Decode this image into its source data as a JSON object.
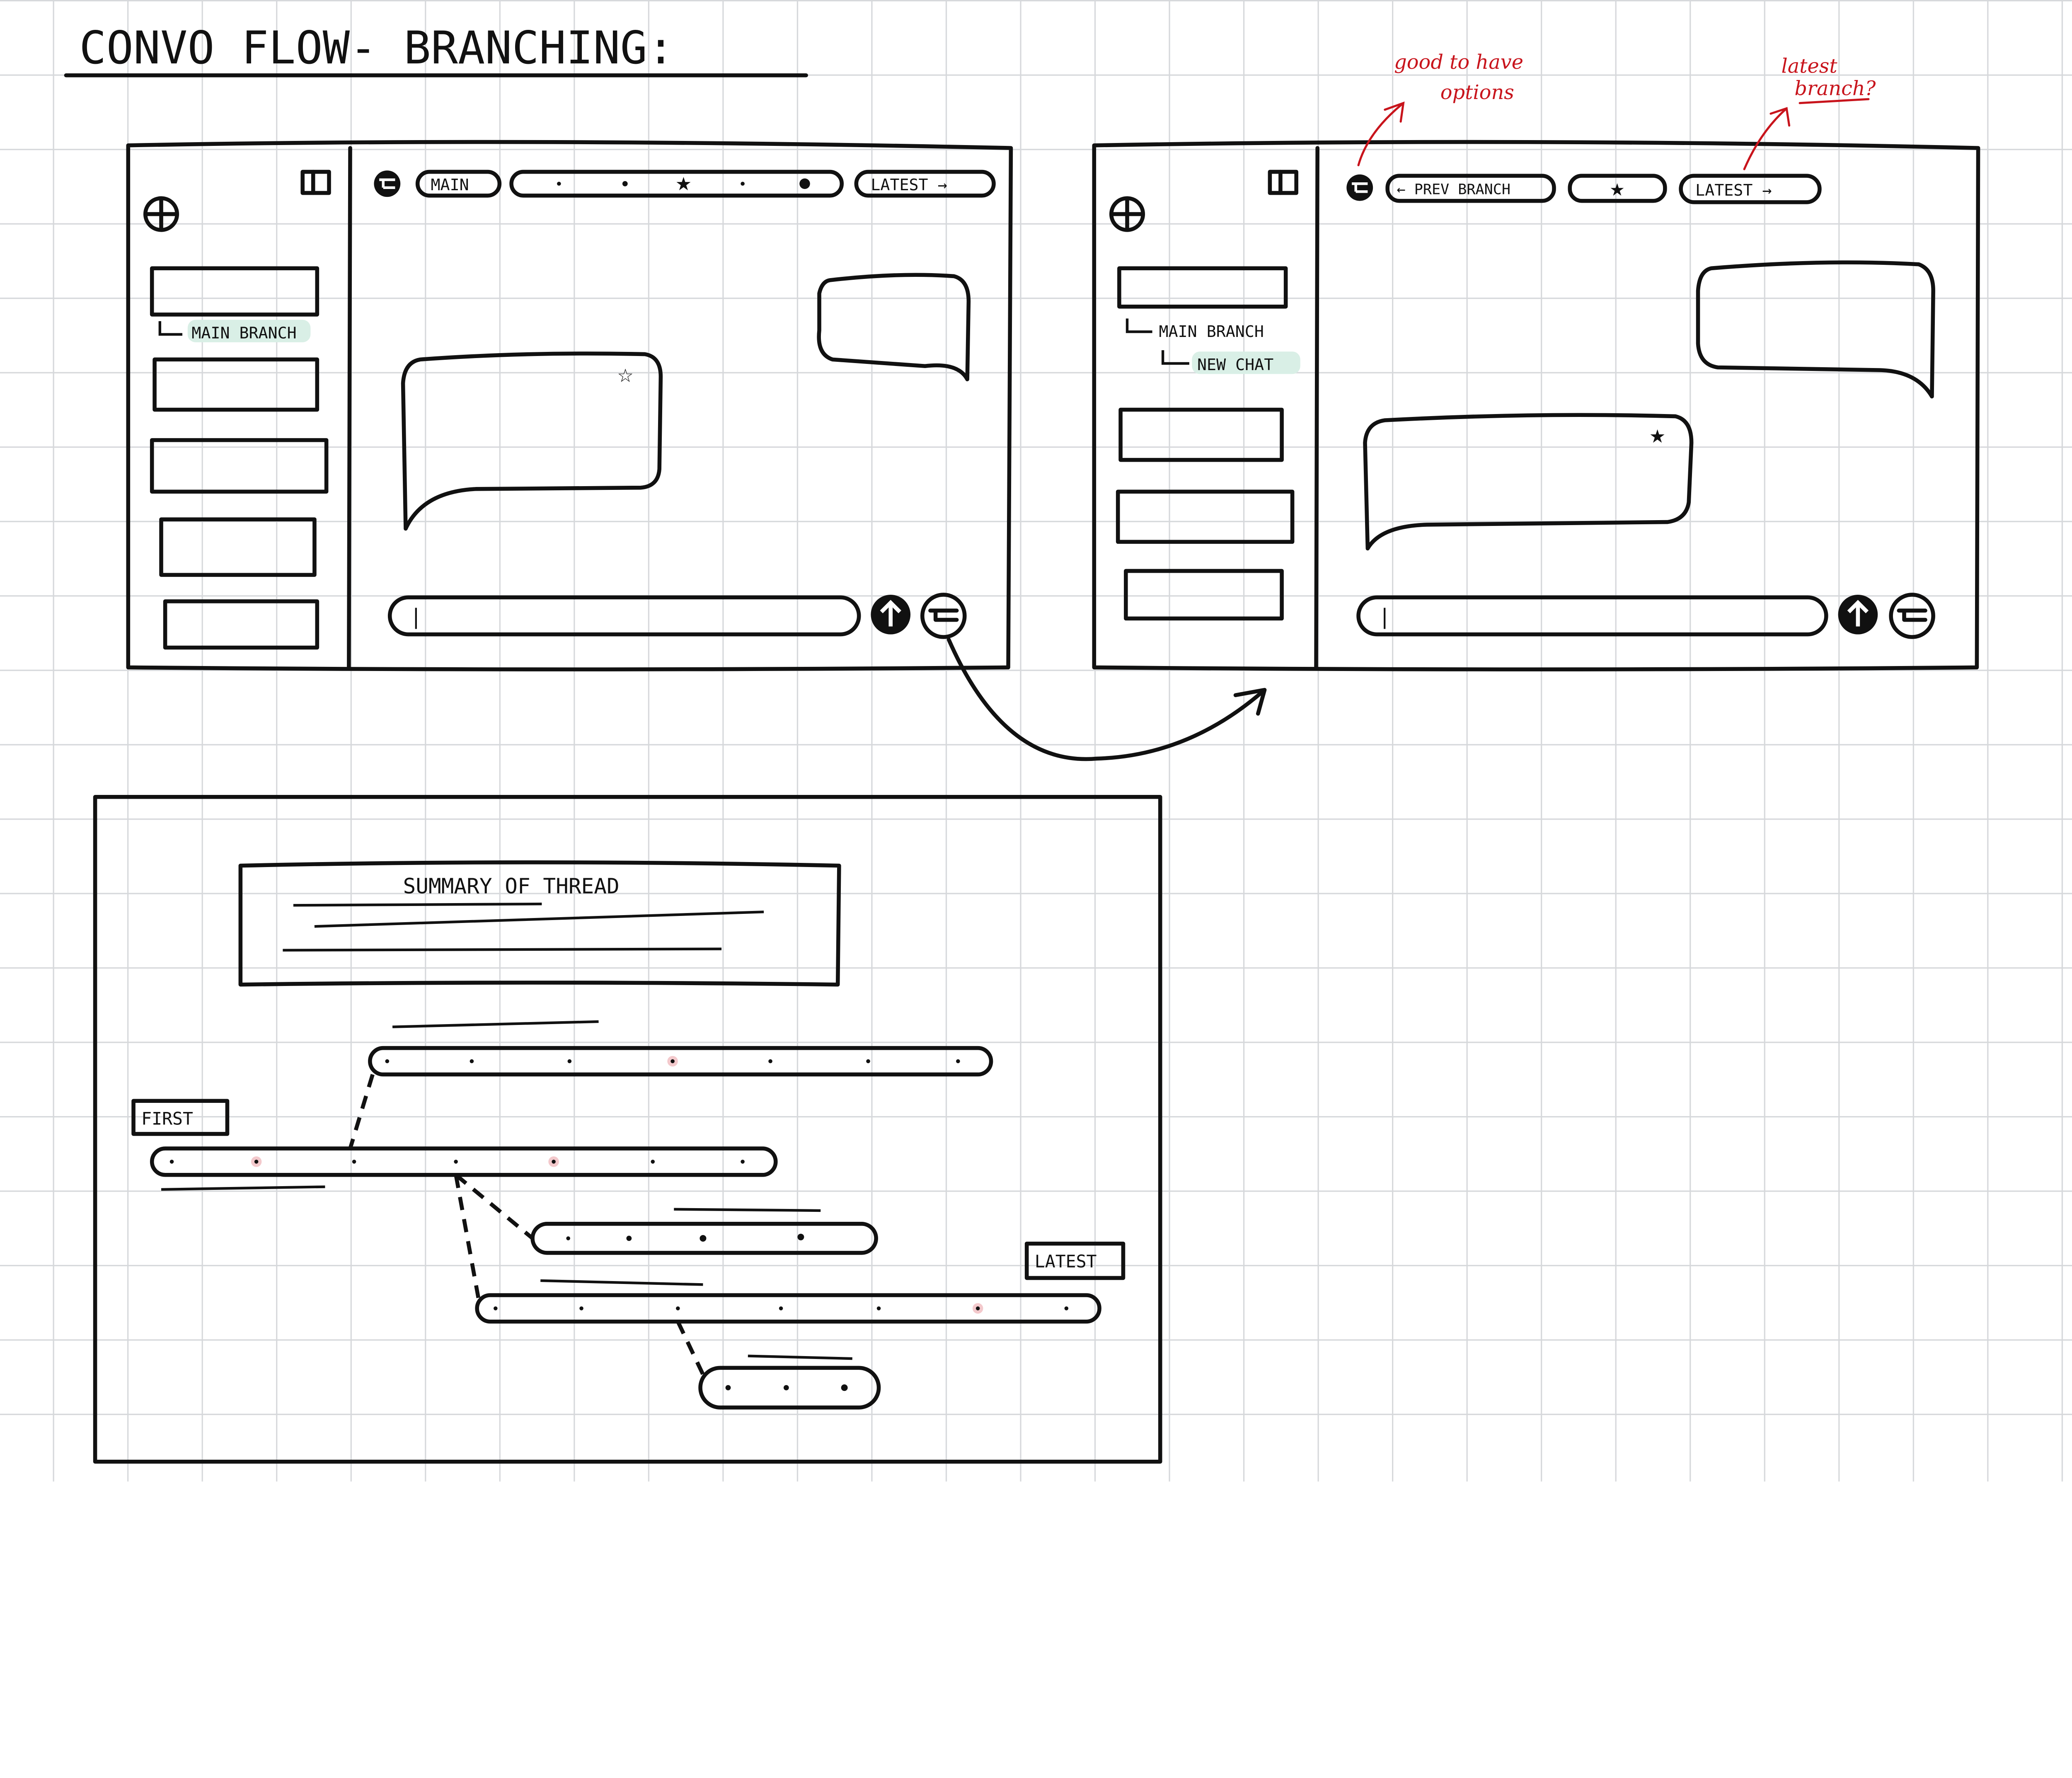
{
  "title": "CONVO FLOW- BRANCHING:",
  "colors": {
    "ink": "#111111",
    "annotation": "#c8141c",
    "highlight": "#d9efe6",
    "grid": "#d6d8db",
    "pink_dot": "#f3c9cc"
  },
  "window_main": {
    "sidebar": {
      "tree_label": "MAIN BRANCH",
      "icons": [
        "globe-icon",
        "sidebar-toggle-icon"
      ]
    },
    "topbar": {
      "branch_label": "MAIN",
      "latest_label": "LATEST →",
      "timeline": [
        "dot",
        "dot",
        "star",
        "dot",
        "dot"
      ]
    },
    "input_placeholder": "|",
    "icons": [
      "branch-icon",
      "send-icon",
      "star-outline-icon"
    ]
  },
  "window_branch": {
    "sidebar": {
      "tree_label": "MAIN BRANCH",
      "child_label": "NEW CHAT"
    },
    "topbar": {
      "prev_label": "← PREV BRANCH",
      "star_label": "★",
      "latest_label": "LATEST →"
    },
    "input_placeholder": "|"
  },
  "annotations": {
    "options_line1": "good to have",
    "options_line2": "options",
    "latest_line1": "latest",
    "latest_line2": "branch?"
  },
  "tree_view": {
    "summary_title": "SUMMARY OF THREAD",
    "first_label": "FIRST",
    "latest_label": "LATEST"
  }
}
